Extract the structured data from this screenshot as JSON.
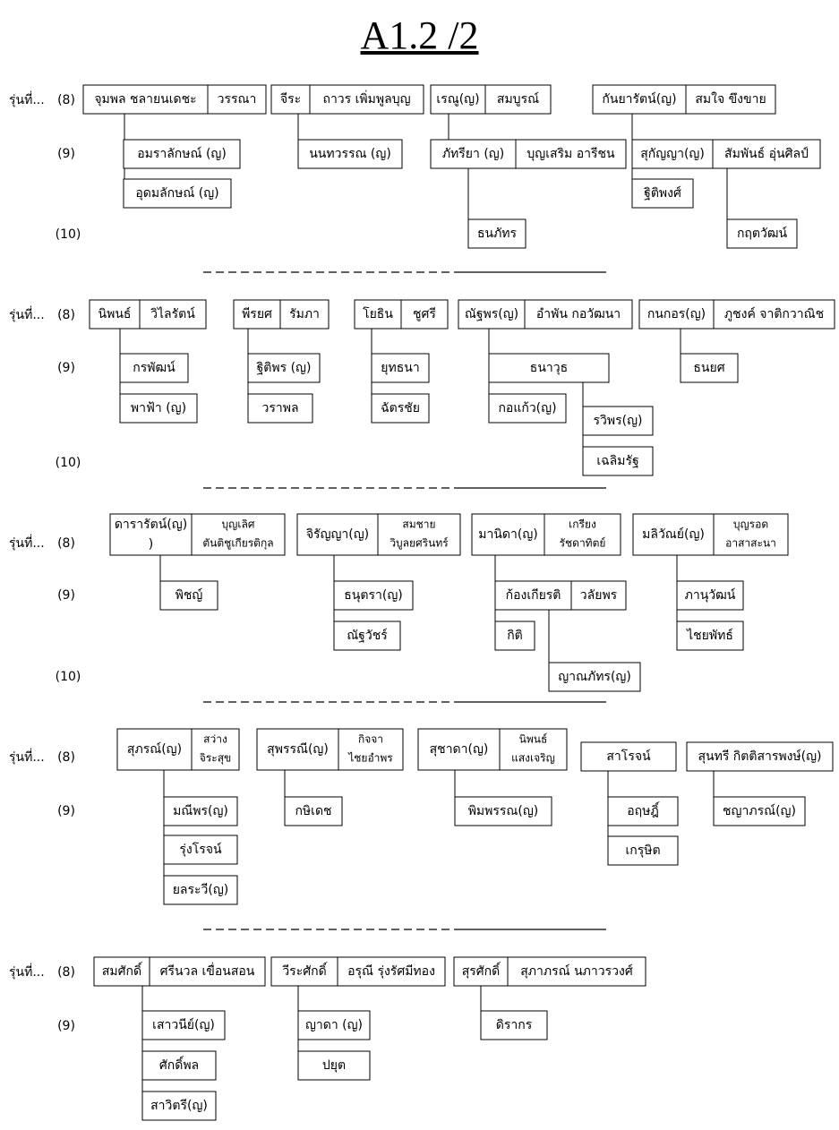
{
  "title": "A1.2 /2",
  "row_label": "รุ่นที่...",
  "generations": [
    "(8)",
    "(9)",
    "(10)"
  ],
  "sections": [
    {
      "couples": [
        {
          "a": "จุมพล ชลายนเดชะ",
          "b": "วรรณา",
          "children": [
            {
              "name": "อมราลักษณ์ (ญ)"
            },
            {
              "name": "อุดมลักษณ์ (ญ)"
            }
          ]
        },
        {
          "a": "จีระ",
          "b": "ถาวร เพิ่มพูลบุญ",
          "children": [
            {
              "name": "นนทวรรณ (ญ)"
            }
          ]
        },
        {
          "a": "เรณู(ญ)",
          "b": "สมบูรณ์",
          "children": [
            {
              "a": "ภัทรียา (ญ)",
              "b": "บุญเสริม อารีชน",
              "children": [
                {
                  "name": "ธนภัทร"
                }
              ]
            }
          ]
        },
        {
          "a": "กันยารัตน์(ญ)",
          "b": "สมใจ ขึงขาย",
          "children": [
            {
              "a": "สุกัญญา(ญ)",
              "b": "สัมพันธ์ อุ่นศิลป์",
              "children": [
                {
                  "name": "กฤตวัฒน์"
                }
              ]
            },
            {
              "name": "ฐิติพงศ์"
            }
          ]
        }
      ]
    },
    {
      "couples": [
        {
          "a": "นิพนธ์",
          "b": "วิไลรัตน์",
          "children": [
            {
              "name": "กรพัฒน์"
            },
            {
              "name": "พาฟ้า (ญ)"
            }
          ]
        },
        {
          "a": "พีรยศ",
          "b": "รัมภา",
          "children": [
            {
              "name": "ฐิติพร (ญ)"
            },
            {
              "name": "วราพล"
            }
          ]
        },
        {
          "a": "โยธิน",
          "b": "ชูศรี",
          "children": [
            {
              "name": "ยุทธนา"
            },
            {
              "name": "ฉัตรชัย"
            }
          ]
        },
        {
          "a": "ณัฐพร(ญ)",
          "b": "อำพัน กอวัฒนา",
          "children": [
            {
              "name": "ธนาวุธ",
              "children": [
                {
                  "name": "รวิพร(ญ)"
                },
                {
                  "name": "เฉลิมรัฐ"
                }
              ]
            },
            {
              "name": "กอแก้ว(ญ)"
            }
          ]
        },
        {
          "a": "กนกอร(ญ)",
          "b": "ภูชงค์ จาติกวาณิช",
          "children": [
            {
              "name": "ธนยศ"
            }
          ]
        }
      ]
    },
    {
      "couples": [
        {
          "a": "ดารารัตน์(ญ)",
          "a2": ")",
          "b1": "บุญเลิศ",
          "b2": "ตันติชูเกียรติกุล",
          "children": [
            {
              "name": "พิชญ์"
            }
          ]
        },
        {
          "a": "จิรัญญา(ญ)",
          "b1": "สมชาย",
          "b2": "วิบูลยศรินทร์",
          "children": [
            {
              "name": "ธนุตรา(ญ)"
            },
            {
              "name": "ณัฐวัชร์"
            }
          ]
        },
        {
          "a": "มานิดา(ญ)",
          "b1": "เกรียง",
          "b2": "รัชดาทิตย์",
          "children": [
            {
              "a": "ก้องเกียรติ",
              "b": "วลัยพร",
              "children": [
                {
                  "name": "ญาณภัทร(ญ)"
                }
              ]
            },
            {
              "name": "กิติ"
            }
          ]
        },
        {
          "a": "มลิวัณย์(ญ)",
          "b1": "บุญรอด",
          "b2": "อาสาสะนา",
          "children": [
            {
              "name": "ภานุวัฒน์"
            },
            {
              "name": "ไชยพัทธ์"
            }
          ]
        }
      ]
    },
    {
      "couples": [
        {
          "a": "สุภรณ์(ญ)",
          "b1": "สว่าง",
          "b2": "จิระสุข",
          "children": [
            {
              "name": "มณีพร(ญ)"
            },
            {
              "name": "รุ่งโรจน์"
            },
            {
              "name": "ยลระวี(ญ)"
            }
          ]
        },
        {
          "a": "สุพรรณี(ญ)",
          "b1": "กิจจา",
          "b2": "ไชยอำพร",
          "children": [
            {
              "name": "กษิเดช"
            }
          ]
        },
        {
          "a": "สุชาดา(ญ)",
          "b1": "นิพนธ์",
          "b2": "แสงเจริญ",
          "children": [
            {
              "name": "พิมพรรณ(ญ)"
            }
          ]
        },
        {
          "single": "สาโรจน์",
          "children": [
            {
              "name": "อฤษฎิ์"
            },
            {
              "name": "เกรุษิต"
            }
          ]
        },
        {
          "single": "สุนทรี กิตติสารพงษ์(ญ)",
          "children": [
            {
              "name": "ชญาภรณ์(ญ)"
            }
          ]
        }
      ]
    },
    {
      "couples": [
        {
          "a": "สมศักดิ์",
          "b": "ศรีนวล เขื่อนสอน",
          "children": [
            {
              "name": "เสาวนีย์(ญ)"
            },
            {
              "name": "ศักดิ์พล"
            },
            {
              "name": "สาวิตรี(ญ)"
            }
          ]
        },
        {
          "a": "วีระศักดิ์",
          "b": "อรุณี รุ่งรัศมีทอง",
          "children": [
            {
              "name": "ญาดา (ญ)"
            },
            {
              "name": "ปยุต"
            }
          ]
        },
        {
          "a": "สุรศักดิ์",
          "b": "สุภาภรณ์ นภาวรวงศ์",
          "children": [
            {
              "name": "ดิรากร"
            }
          ]
        }
      ]
    }
  ]
}
